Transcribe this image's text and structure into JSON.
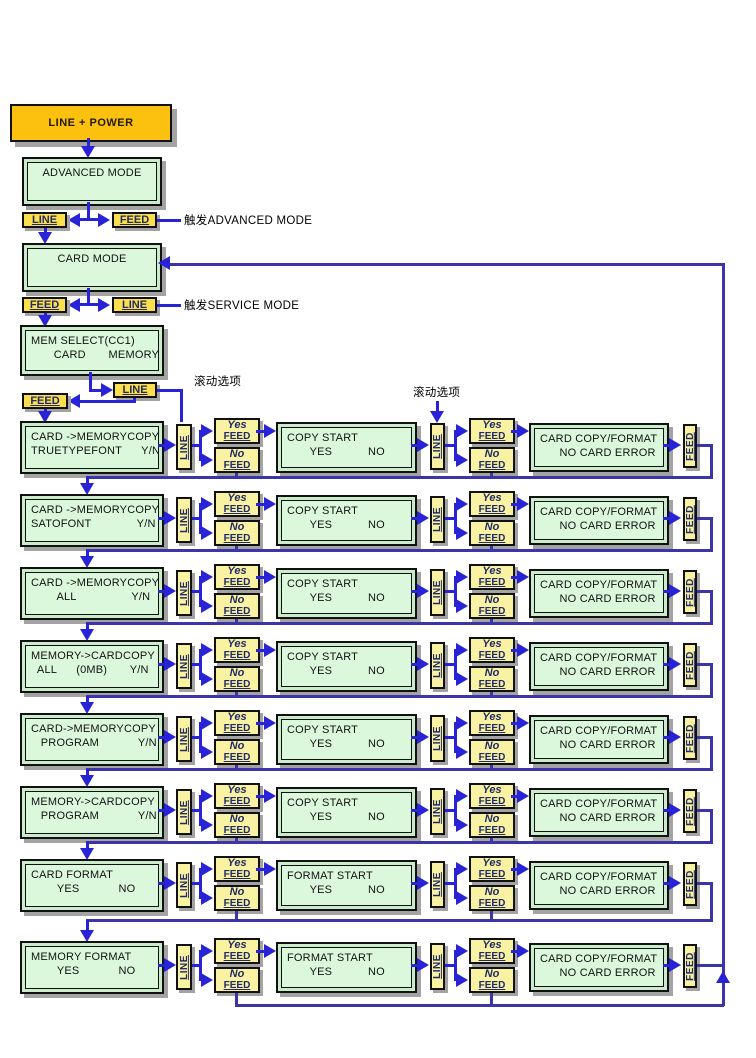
{
  "diagram": {
    "power_button": "LINE + POWER",
    "buttons": {
      "line": "LINE",
      "feed": "FEED",
      "yes": "Yes",
      "no": "No"
    },
    "screens": {
      "advanced": "ADVANCED MODE",
      "card": "CARD MODE",
      "mem_select": [
        "MEM SELECT(CC1)",
        "       CARD       MEMORY"
      ]
    },
    "annotations": {
      "trigger_advanced": "触发ADVANCED MODE",
      "trigger_service": "触发SERVICE MODE",
      "scroll_options_1": "滚动选项",
      "scroll_options_2": "滚动选项"
    },
    "rows": [
      {
        "screen": [
          "CARD ->MEMORYCOPY",
          "TRUETYPEFONT      Y/N"
        ],
        "confirm": [
          "COPY START",
          "       YES           NO"
        ],
        "result": [
          "CARD COPY/FORMAT",
          "      NO CARD ERROR"
        ]
      },
      {
        "screen": [
          "CARD ->MEMORYCOPY",
          "SATOFONT              Y/N"
        ],
        "confirm": [
          "COPY START",
          "       YES           NO"
        ],
        "result": [
          "CARD COPY/FORMAT",
          "      NO CARD ERROR"
        ]
      },
      {
        "screen": [
          "CARD ->MEMORYCOPY",
          "        ALL                 Y/N"
        ],
        "confirm": [
          "COPY START",
          "       YES           NO"
        ],
        "result": [
          "CARD COPY/FORMAT",
          "      NO CARD ERROR"
        ]
      },
      {
        "screen": [
          "MEMORY->CARDCOPY",
          "  ALL      (0MB)       Y/N"
        ],
        "confirm": [
          "COPY START",
          "       YES           NO"
        ],
        "result": [
          "CARD COPY/FORMAT",
          "      NO CARD ERROR"
        ]
      },
      {
        "screen": [
          "CARD->MEMORYCOPY",
          "   PROGRAM            Y/N"
        ],
        "confirm": [
          "COPY START",
          "       YES           NO"
        ],
        "result": [
          "CARD COPY/FORMAT",
          "      NO CARD ERROR"
        ]
      },
      {
        "screen": [
          "MEMORY->CARDCOPY",
          "   PROGRAM            Y/N"
        ],
        "confirm": [
          "COPY START",
          "       YES           NO"
        ],
        "result": [
          "CARD COPY/FORMAT",
          "      NO CARD ERROR"
        ]
      },
      {
        "screen": [
          "CARD FORMAT",
          "        YES            NO"
        ],
        "confirm": [
          "FORMAT START",
          "       YES           NO"
        ],
        "result": [
          "CARD COPY/FORMAT",
          "      NO CARD ERROR"
        ]
      },
      {
        "screen": [
          "MEMORY FORMAT",
          "        YES            NO"
        ],
        "confirm": [
          "FORMAT START",
          "       YES           NO"
        ],
        "result": [
          "CARD COPY/FORMAT",
          "      NO CARD ERROR"
        ]
      }
    ],
    "colors": {
      "power_fill": "#fcc10f",
      "lcd_frame": "#cbeccb",
      "lcd_screen": "#dcf8dc",
      "key_gold": "#fcdf4e",
      "key_pale": "#f9f2a2",
      "arrow_blue": "#2823d6",
      "connector_dark": "#3b35a8",
      "shadow_gray": "#a3a3a3"
    }
  }
}
